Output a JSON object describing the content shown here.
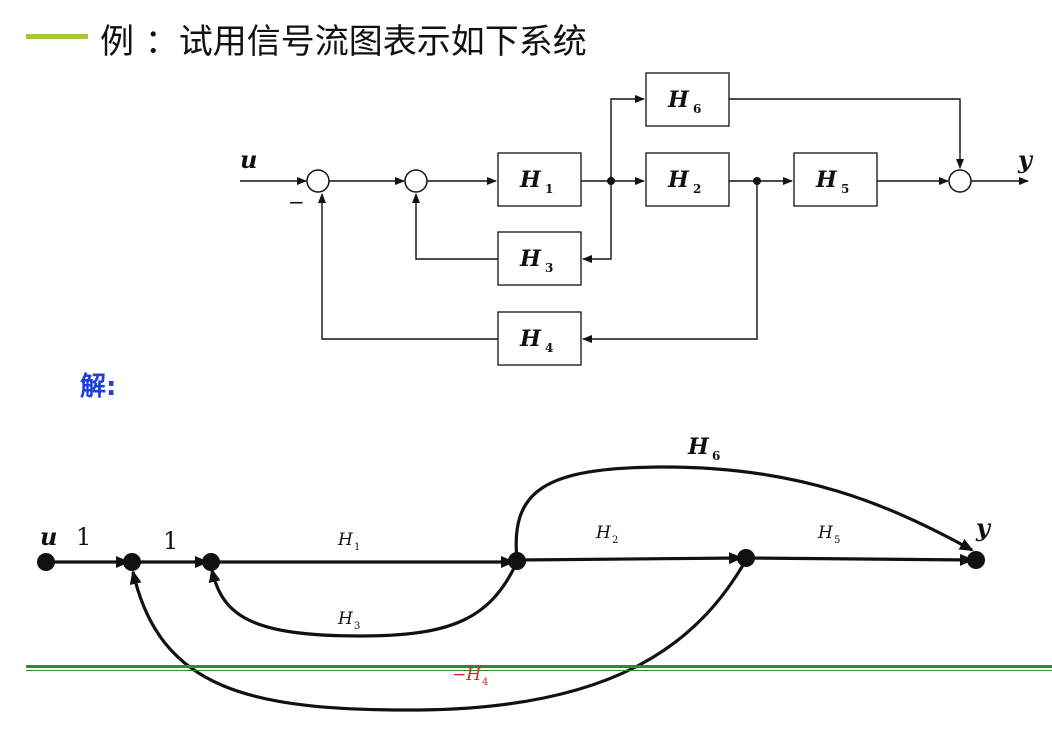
{
  "header": {
    "title": "例 ：试用信号流图表示如下系统"
  },
  "block_diagram": {
    "input": "u",
    "output": "y",
    "minus_sign": "−",
    "blocks": [
      {
        "name": "H",
        "sub": "1"
      },
      {
        "name": "H",
        "sub": "2"
      },
      {
        "name": "H",
        "sub": "3"
      },
      {
        "name": "H",
        "sub": "4"
      },
      {
        "name": "H",
        "sub": "5"
      },
      {
        "name": "H",
        "sub": "6"
      }
    ]
  },
  "solution_label": "解:",
  "signal_flow": {
    "input": "u",
    "output": "y",
    "gains": {
      "g_u": "1",
      "g_1": "1",
      "H1": {
        "name": "H",
        "sub": "1"
      },
      "H2": {
        "name": "H",
        "sub": "2"
      },
      "H3": {
        "name": "H",
        "sub": "3"
      },
      "H5": {
        "name": "H",
        "sub": "5"
      },
      "H6": {
        "name": "H",
        "sub": "6"
      },
      "H4": {
        "name": "−H",
        "sub": "4"
      }
    },
    "colors": {
      "negative_gain": "#e02020",
      "accent_bar": "#a6c738",
      "rule": "#2e8b2e",
      "solution": "#1f3fd8"
    }
  }
}
